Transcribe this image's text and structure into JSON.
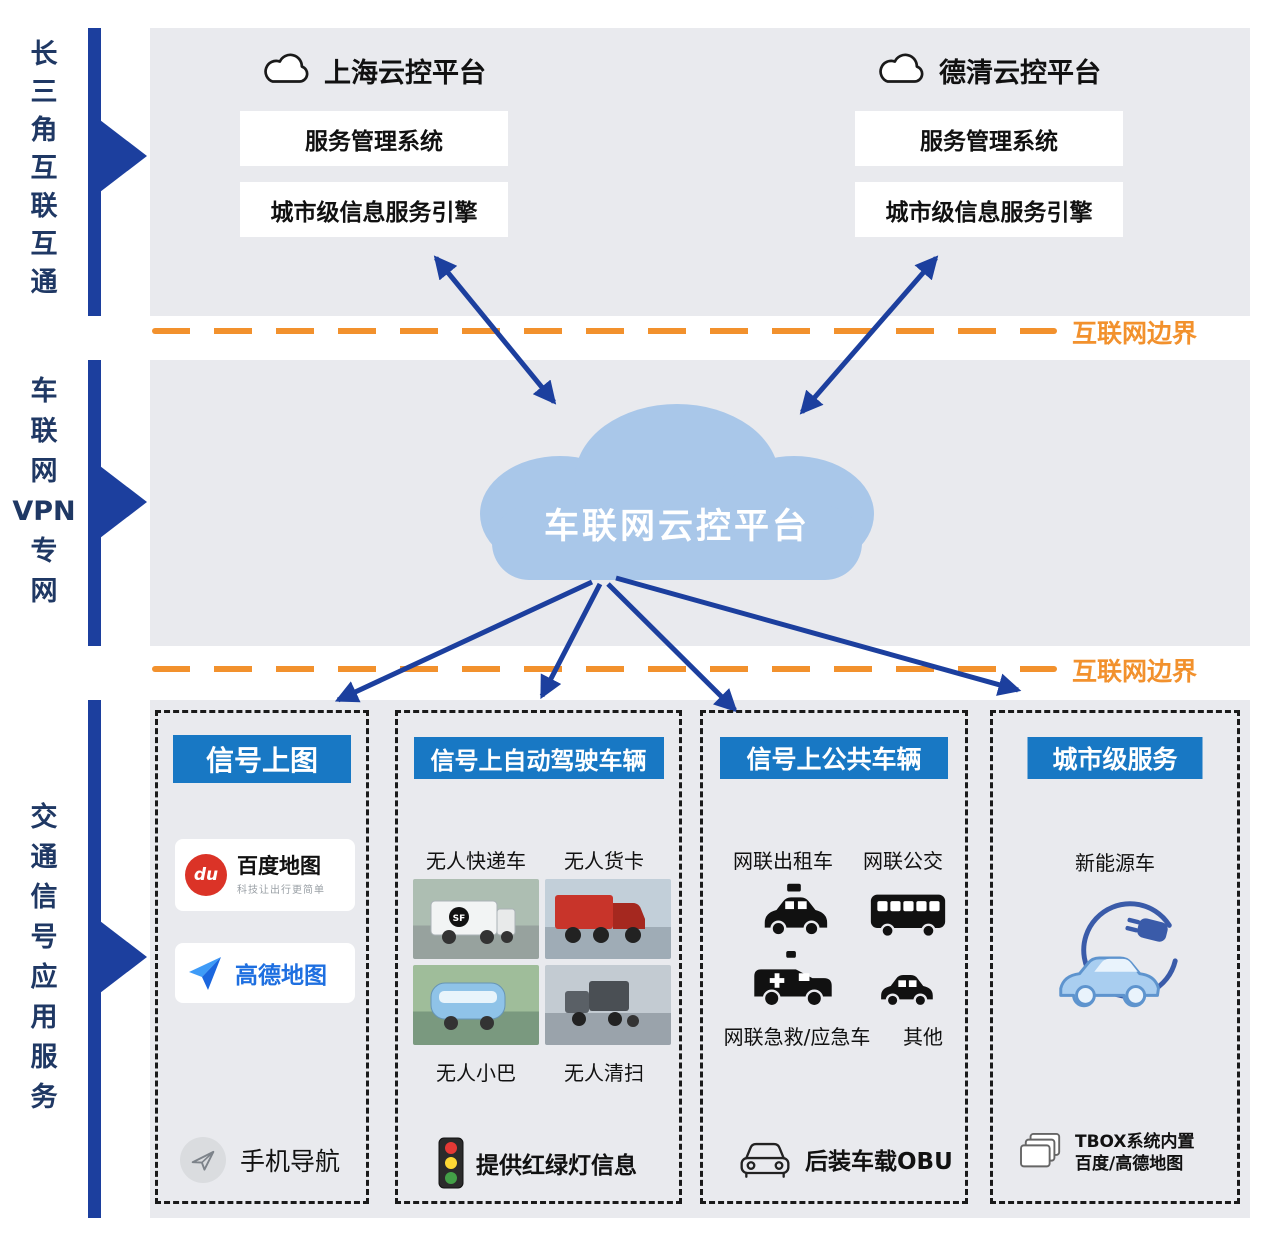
{
  "sidebar": {
    "band1_lines": [
      "长",
      "三",
      "角",
      "互",
      "联",
      "互",
      "通"
    ],
    "band2_lines": [
      "车",
      "联",
      "网",
      "VPN",
      "专",
      "网"
    ],
    "band3_lines": [
      "交",
      "通",
      "信",
      "号",
      "应",
      "用",
      "服",
      "务"
    ]
  },
  "platforms": {
    "shanghai": {
      "title": "上海云控平台",
      "service_box": "服务管理系统",
      "engine_box": "城市级信息服务引擎"
    },
    "deqing": {
      "title": "德清云控平台",
      "service_box": "服务管理系统",
      "engine_box": "城市级信息服务引擎"
    }
  },
  "boundaries": {
    "top_label": "互联网边界",
    "bottom_label": "互联网边界"
  },
  "cloud": {
    "label": "车联网云控平台"
  },
  "columns": {
    "signal_map": {
      "header": "信号上图",
      "baidu": {
        "icon_text": "du",
        "name": "百度地图",
        "slogan": "科技让出行更简单"
      },
      "amap": {
        "name": "高德地图"
      },
      "phone_nav": "手机导航"
    },
    "autonomous": {
      "header": "信号上自动驾驶车辆",
      "label_delivery": "无人快递车",
      "label_truck": "无人货卡",
      "label_minibus": "无人小巴",
      "label_sweeper": "无人清扫",
      "van_badge": "SF",
      "bottom": "提供红绿灯信息"
    },
    "public_vehicles": {
      "header": "信号上公共车辆",
      "label_taxi": "网联出租车",
      "label_bus": "网联公交",
      "label_emergency": "网联急救/应急车",
      "label_other": "其他",
      "bottom": "后装车载OBU"
    },
    "city_service": {
      "header": "城市级服务",
      "label_ev": "新能源车",
      "bottom_lines": [
        "TBOX系统内置",
        "百度/高德地图"
      ]
    }
  },
  "colors": {
    "dark_blue": "#1C3F9E",
    "sidebar_text": "#1F3864",
    "band_bg": "#E9EAEE",
    "header_blue": "#1878C4",
    "orange": "#F2912D",
    "cloud_fill": "#A9C7E9"
  }
}
